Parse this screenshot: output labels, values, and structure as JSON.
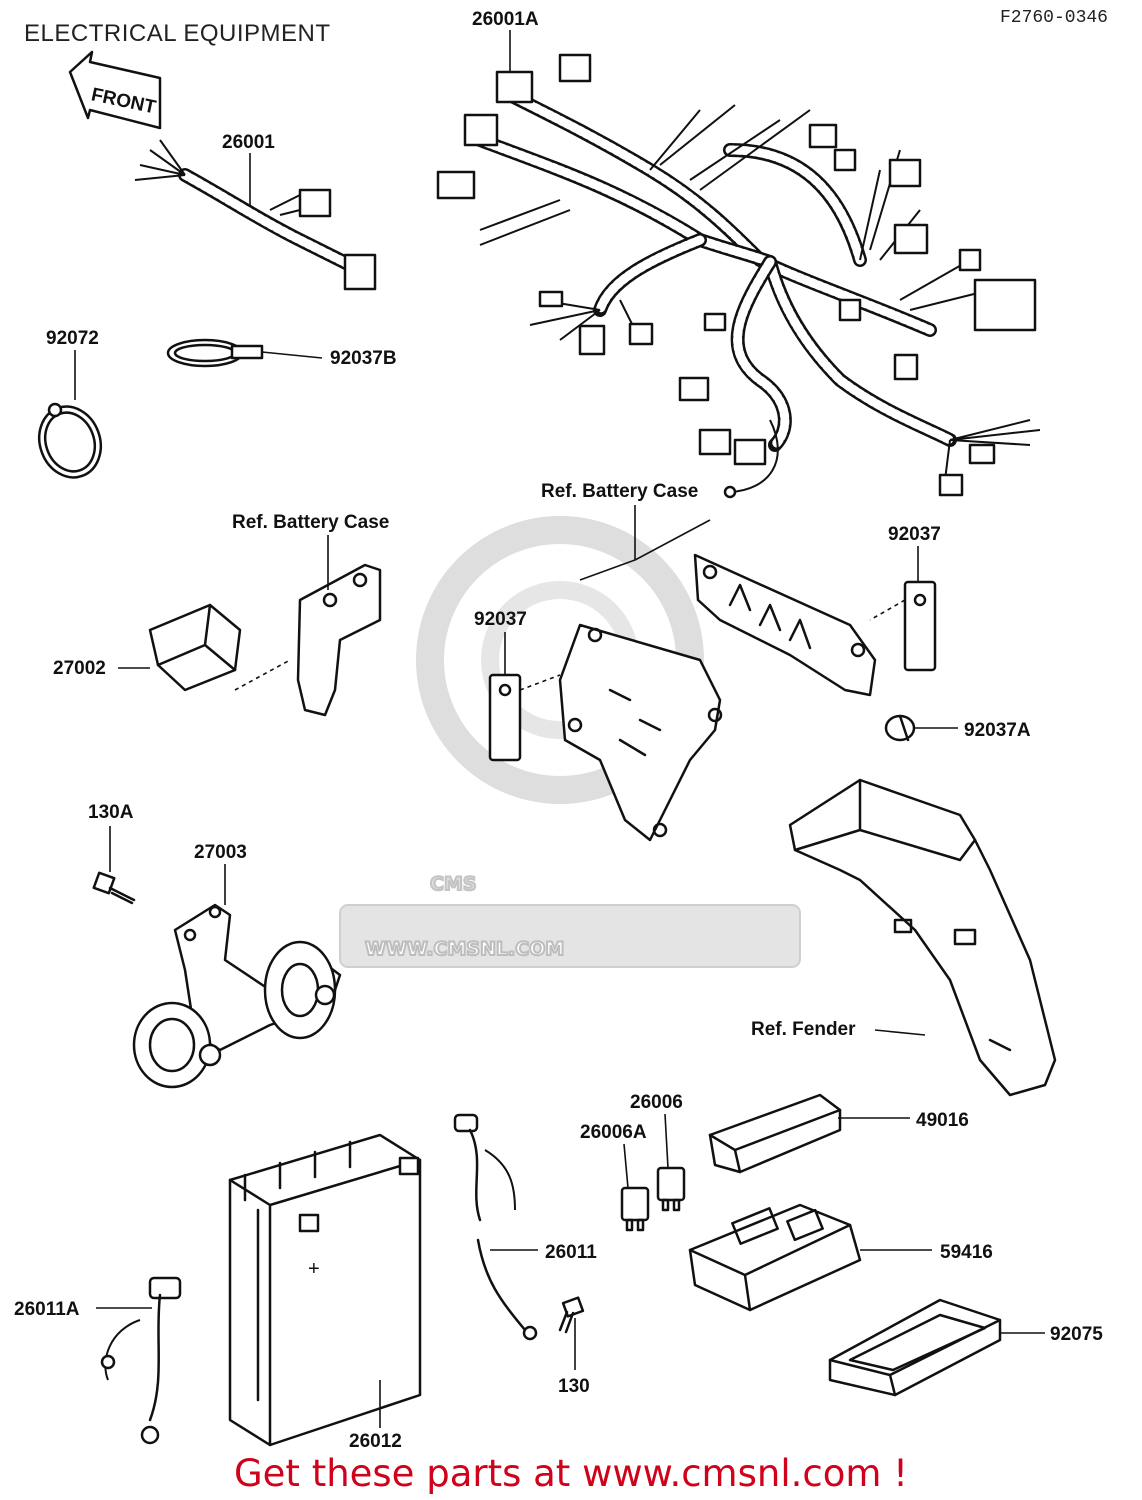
{
  "header": {
    "title": "ELECTRICAL EQUIPMENT",
    "ref_code": "F2760-0346"
  },
  "direction_arrow": "FRONT",
  "watermark": {
    "brand": "CMS",
    "url": "WWW.CMSNL.COM"
  },
  "labels": {
    "p26001A": "26001A",
    "p26001": "26001",
    "p92072": "92072",
    "p92037B": "92037B",
    "ref_battery_case_1": "Ref. Battery Case",
    "ref_battery_case_2": "Ref. Battery Case",
    "p92037_a": "92037",
    "p92037_b": "92037",
    "p92037A": "92037A",
    "p27002": "27002",
    "p130A": "130A",
    "p27003": "27003",
    "ref_fender": "Ref. Fender",
    "p26006": "26006",
    "p26006A": "26006A",
    "p49016": "49016",
    "p26011": "26011",
    "p59416": "59416",
    "p26011A": "26011A",
    "p130": "130",
    "p92075": "92075",
    "p26012": "26012"
  },
  "footer": {
    "text": "Get these parts at www.cmsnl.com !"
  },
  "colors": {
    "line": "#111111",
    "watermark": "#dcdcdc",
    "footer": "#d0021b"
  }
}
